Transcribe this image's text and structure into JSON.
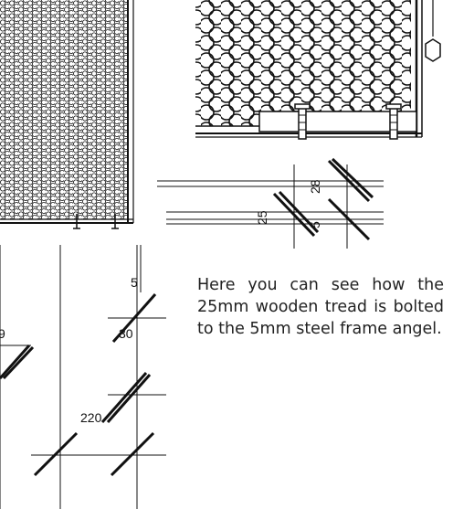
{
  "caption": "Here you can see how the 25mm wooden tread is bolted to the 5mm steel frame angel.",
  "dimensions": {
    "section_depth": "28",
    "section_tread": "25",
    "section_angle": "5",
    "side_thickness": "5",
    "side_gap": "30",
    "side_depth": "220",
    "left_cut": "9"
  },
  "colors": {
    "line": "#111111",
    "fill": "#ffffff",
    "text": "#222222"
  }
}
